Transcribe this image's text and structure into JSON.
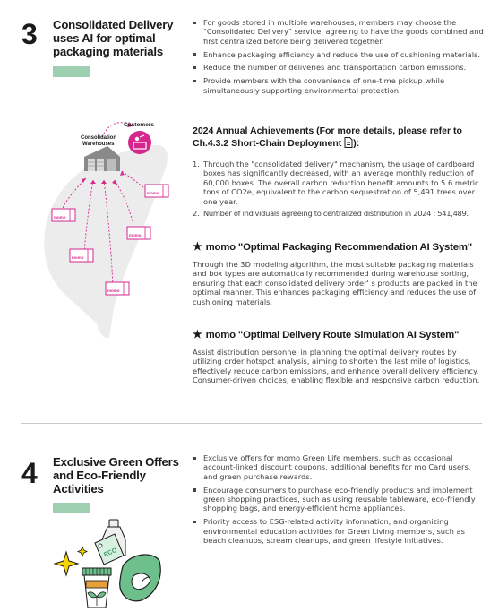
{
  "section3": {
    "number": "3",
    "title": [
      "Consolidated Delivery",
      "uses AI for optimal",
      "packaging materials"
    ],
    "bullets": [
      "For goods stored in multiple warehouses, members may choose the \"Consolidated Delivery\" service, agreeing to have the goods combined and first centralized before being delivered together.",
      "Enhance packaging efficiency and reduce the use of cushioning materials.",
      "Reduce the number of deliveries and transportation carbon emissions.",
      "Provide members with the convenience of one-time pickup while simultaneously supporting environmental protection."
    ],
    "illustration": {
      "customers_label": "Customers",
      "warehouse_label": [
        "Consolidation",
        "Warehouses"
      ],
      "box_label": "momo"
    },
    "achievements": {
      "heading_prefix": "2024 Annual Achievements (For more details, please refer to",
      "heading_ref": "Ch.4.3.2 Short-Chain Deployment",
      "heading_suffix": "):",
      "items": [
        {
          "num": "1.",
          "text": "Through the \"consolidated delivery\" mechanism, the usage of cardboard boxes has significantly decreased, with an average monthly reduction of 60,000 boxes. The overall carbon reduction benefit amounts to 5.6 metric tons of CO2e, equivalent to the carbon sequestration of 5,491 trees over one year."
        },
        {
          "num": "2.",
          "text": "Number of individuals agreeing to centralized distribution in 2024 : 541,489."
        }
      ]
    },
    "systems": [
      {
        "title": "momo \"Optimal Packaging Recommendation AI System\"",
        "text": "Through the 3D modeling algorithm, the most suitable packaging materials and box types are automatically recommended during warehouse sorting, ensuring that each consolidated delivery order' s products are packed in the optimal manner. This enhances packaging efficiency and reduces the use of cushioning materials."
      },
      {
        "title": "momo \"Optimal Delivery Route Simulation AI System\"",
        "text": "Assist distribution personnel in planning the optimal delivery routes by utilizing order hotspot analysis, aiming to shorten the last mile of logistics, effectively reduce carbon emissions, and enhance overall delivery efficiency. Consumer-driven choices, enabling flexible and responsive carbon reduction."
      }
    ]
  },
  "section4": {
    "number": "4",
    "title": [
      "Exclusive Green Offers",
      "and Eco-Friendly",
      "Activities"
    ],
    "bullets": [
      "Exclusive offers for momo Green Life members, such as occasional account-linked discount coupons, additional benefits for mo Card users, and green purchase rewards.",
      "Encourage consumers to purchase eco-friendly products and implement green shopping practices, such as using reusable tableware, eco-friendly shopping bags, and energy-efficient home appliances.",
      "Priority access to ESG-related activity information, and organizing environmental education activities for Green Living members, such as beach cleanups, stream cleanups, and green lifestyle initiatives."
    ],
    "illustration": {
      "tag_label": "ECO"
    }
  },
  "colors": {
    "accent_green": "#9ecfb1",
    "magenta": "#d6278f",
    "map_gray": "#ececec"
  }
}
